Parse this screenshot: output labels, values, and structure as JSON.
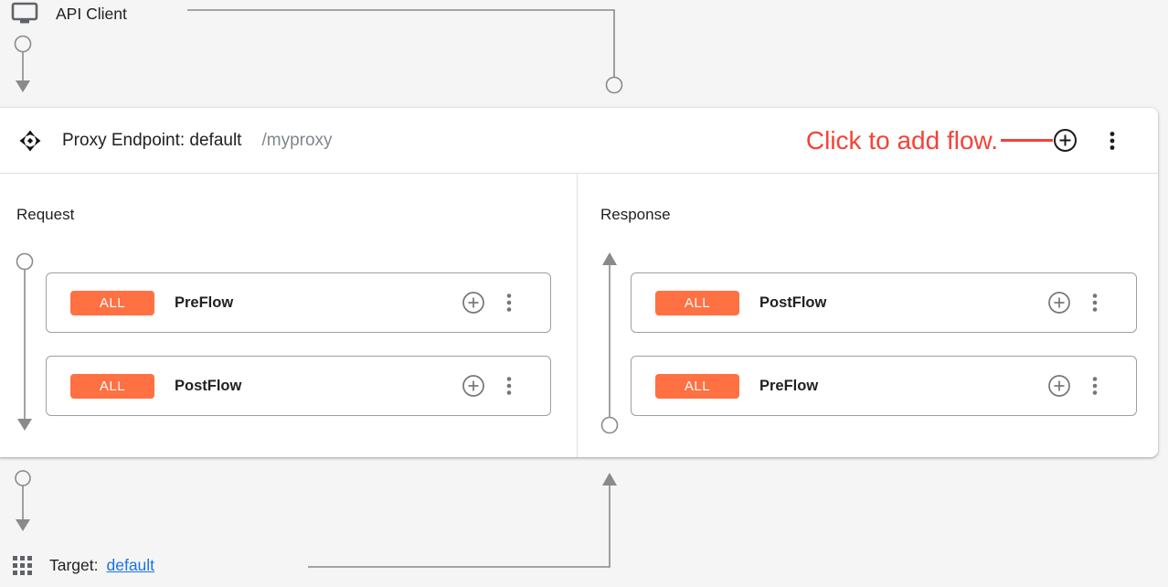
{
  "colors": {
    "canvas_bg": "#f5f5f5",
    "panel_bg": "#ffffff",
    "annotation_red": "#f44336",
    "badge_orange": "#ff7043",
    "link_blue": "#1a73e8",
    "connector_gray": "#8a8a8a",
    "icon_gray": "#757575",
    "text_primary": "#202124",
    "text_secondary": "#80868b"
  },
  "api_client": {
    "label": "API Client"
  },
  "proxy_endpoint": {
    "title": "Proxy Endpoint: default",
    "path": "/myproxy",
    "annotation": "Click to add flow.",
    "request": {
      "label": "Request",
      "flows": [
        {
          "condition": "ALL",
          "name": "PreFlow"
        },
        {
          "condition": "ALL",
          "name": "PostFlow"
        }
      ]
    },
    "response": {
      "label": "Response",
      "flows": [
        {
          "condition": "ALL",
          "name": "PostFlow"
        },
        {
          "condition": "ALL",
          "name": "PreFlow"
        }
      ]
    }
  },
  "target": {
    "label": "Target:",
    "link": "default"
  }
}
